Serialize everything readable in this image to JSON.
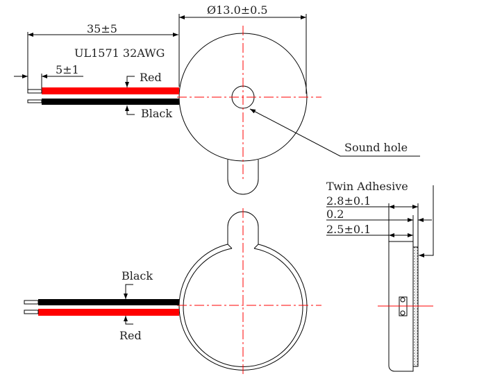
{
  "top_view": {
    "diameter_dim": "Ø13.0±0.5",
    "lead_length_dim": "35±5",
    "wire_spec": "UL1571 32AWG",
    "strip_length_dim": "5±1",
    "wire_labels": {
      "red": "Red",
      "black": "Black"
    },
    "sound_hole_label": "Sound hole"
  },
  "bottom_view": {
    "wire_labels": {
      "black": "Black",
      "red": "Red"
    }
  },
  "side_view": {
    "adhesive_label": "Twin Adhesive",
    "total_thickness_dim": "2.8±0.1",
    "adhesive_thickness_dim": "0.2",
    "body_thickness_dim": "2.5±0.1"
  },
  "colors": {
    "red_wire": "#ff0000",
    "black_wire": "#000000",
    "centerline": "#ff0000"
  }
}
